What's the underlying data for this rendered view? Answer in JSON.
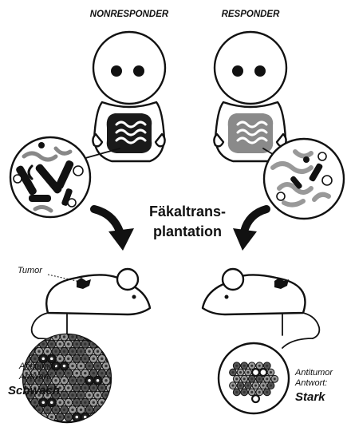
{
  "labels": {
    "nonresponder": "NONRESPONDER",
    "responder": "RESPONDER",
    "transplant_line1": "Fäkaltrans-",
    "transplant_line2": "plantation",
    "tumor": "Tumor",
    "left_antitumor": "Antitumor",
    "left_antwort": "Antwort:",
    "left_result": "Schwach",
    "right_antitumor": "Antitumor",
    "right_antwort": "Antwort:",
    "right_result": "Stark"
  },
  "colors": {
    "ink": "#111111",
    "nonresponder_gut": "#1a1a1a",
    "responder_gut": "#8a8a8a",
    "cell_gray": "#9a9a9a",
    "cell_dark": "#555555",
    "background": "#ffffff"
  }
}
